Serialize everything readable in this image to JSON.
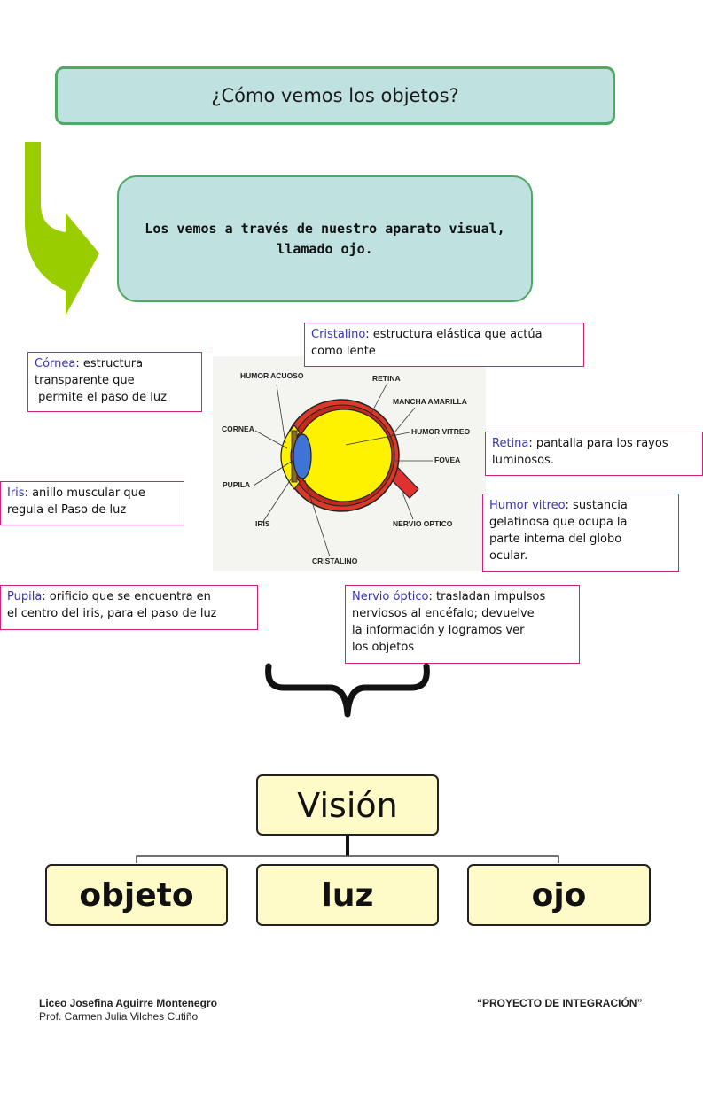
{
  "question": "¿Cómo vemos los objetos?",
  "answer": "Los vemos a través de nuestro aparato visual,\nllamado ojo.",
  "notes": {
    "cristalino": {
      "term": "Cristalino",
      "desc": ": estructura elástica que actúa\ncomo lente"
    },
    "cornea": {
      "term": "Córnea",
      "desc": ": estructura\ntransparente que\n permite el paso de luz"
    },
    "retina": {
      "term": "Retina",
      "desc": ": pantalla para los rayos\nluminosos."
    },
    "iris": {
      "term": "Iris",
      "desc": ": anillo muscular que\nregula el Paso de luz"
    },
    "humor_vitreo": {
      "term": "Humor vitreo",
      "desc": ": sustancia\ngelatinosa que ocupa la\nparte interna del globo\nocular."
    },
    "pupila": {
      "term": "Pupila",
      "desc": ": orificio que se encuentra en\nel centro del iris, para el paso de luz"
    },
    "nervio_optico": {
      "term": "Nervio óptico",
      "desc": ": trasladan impulsos\nnerviosos al encéfalo; devuelve\nla información y logramos ver\nlos objetos"
    }
  },
  "eye_diagram_labels": {
    "humor_acuoso": "HUMOR ACUOSO",
    "retina": "RETINA",
    "mancha_amarilla": "MANCHA AMARILLA",
    "cornea": "CORNEA",
    "humor_vitreo": "HUMOR VITREO",
    "fovea": "FOVEA",
    "pupila": "PUPILA",
    "iris": "IRIS",
    "nervio_optico": "NERVIO OPTICO",
    "cristalino": "CRISTALINO"
  },
  "hierarchy": {
    "root": "Visión",
    "children": [
      "objeto",
      "luz",
      "ojo"
    ]
  },
  "footer": {
    "school": "Liceo Josefina Aguirre Montenegro",
    "teacher": "Prof. Carmen Julia Vilches Cutiño",
    "project": "“PROYECTO DE INTEGRACIÓN”"
  },
  "colors": {
    "box_fill": "#bfe2e1",
    "box_border": "#4fa864",
    "arrow": "#9acd00",
    "note_border": "#d4207a",
    "term_text": "#3434b8",
    "node_fill": "#fffbc8"
  }
}
